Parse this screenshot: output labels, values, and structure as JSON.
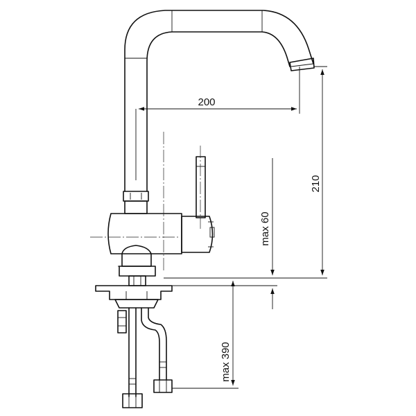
{
  "drawing": {
    "dimensions": {
      "spout_reach": "200",
      "spout_height": "210",
      "max_mount_thickness": "max 60",
      "max_hose_length": "max 390"
    }
  }
}
